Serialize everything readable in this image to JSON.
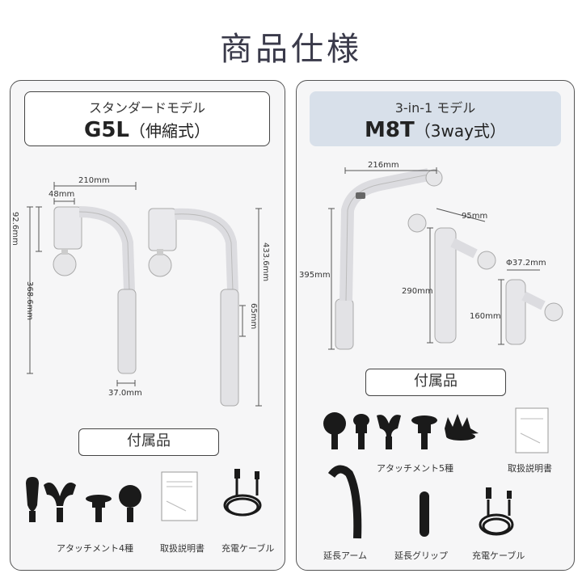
{
  "page_title": "商品仕様",
  "left": {
    "model_type": "スタンダードモデル",
    "model_name": "G5L",
    "model_variant": "（伸縮式）",
    "dims": {
      "width": "210mm",
      "head": "48mm",
      "head_height": "92.6mm",
      "total_height": "368.6mm",
      "grip": "37.0mm",
      "extended_height": "433.6mm",
      "extension": "65mm"
    },
    "accessories_heading": "付属品",
    "items": {
      "attachments": "アタッチメント4種",
      "manual": "取扱説明書",
      "cable": "充電ケーブル"
    }
  },
  "right": {
    "model_type": "3-in-1 モデル",
    "model_name": "M8T",
    "model_variant": "（3way式）",
    "dims": {
      "width": "216mm",
      "full_height": "395mm",
      "mid_width": "95mm",
      "mid_height": "290mm",
      "small_diameter": "Φ37.2mm",
      "small_height": "160mm"
    },
    "accessories_heading": "付属品",
    "items": {
      "attachments": "アタッチメント5種",
      "manual": "取扱説明書",
      "arm": "延長アーム",
      "grip": "延長グリップ",
      "cable": "充電ケーブル"
    }
  },
  "colors": {
    "panel_bg": "#f6f6f7",
    "header_highlight": "#d8e0ea",
    "device": "#e9e9ec",
    "dark": "#1a1a1a"
  }
}
